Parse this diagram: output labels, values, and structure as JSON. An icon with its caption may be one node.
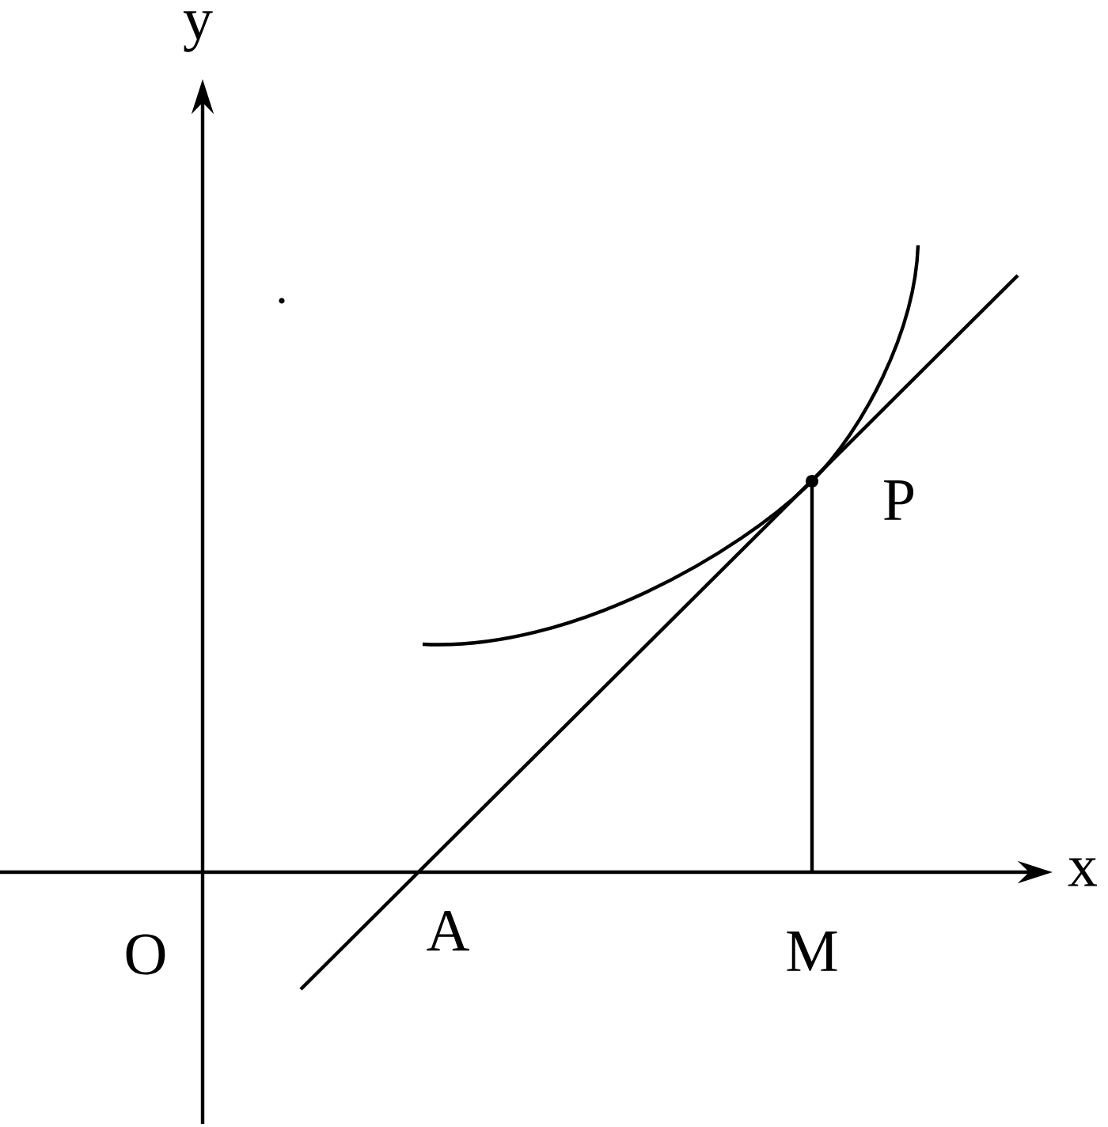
{
  "diagram": {
    "labels": [
      "y",
      "P",
      "x",
      "O",
      "A",
      "M"
    ]
  }
}
